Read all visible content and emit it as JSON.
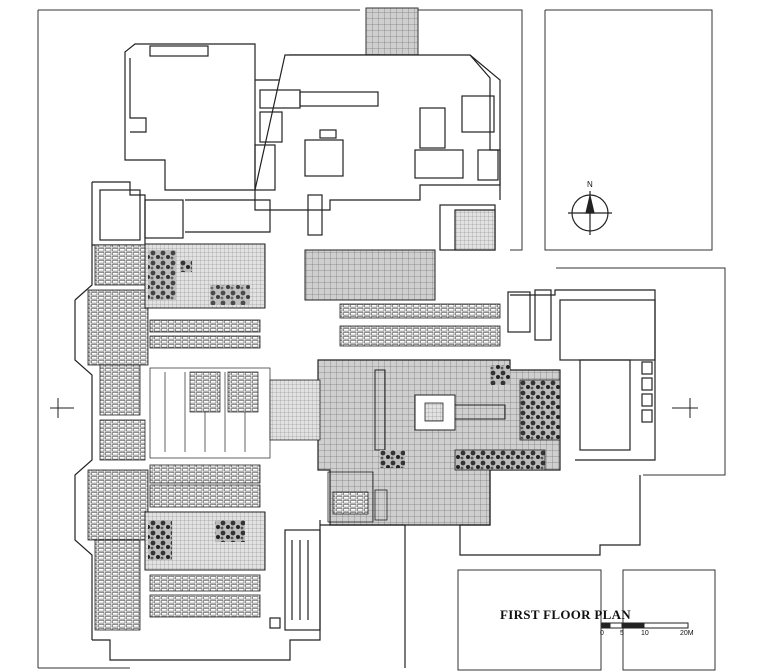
{
  "drawing": {
    "title": "FIRST FLOOR PLAN",
    "north_label": "N",
    "scale_bar": {
      "labels": [
        "0",
        "5",
        "10",
        "20M"
      ],
      "unit": "M"
    }
  }
}
